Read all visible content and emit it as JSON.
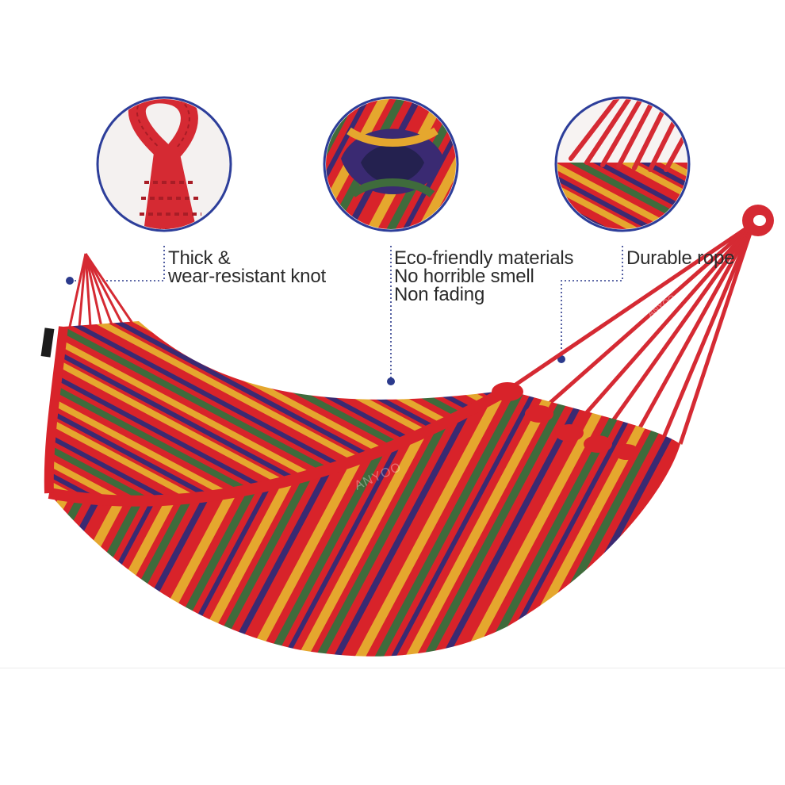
{
  "brand": {
    "watermark": "ANYOO"
  },
  "features": {
    "knot": {
      "icon": "rope-loop-icon",
      "lines": [
        "Thick &",
        "wear-resistant knot"
      ]
    },
    "eco": {
      "icon": "folded-fabric-icon",
      "lines": [
        "Eco-friendly materials",
        "No horrible smell",
        "Non fading"
      ]
    },
    "rope": {
      "icon": "rope-fringe-icon",
      "lines": [
        "Durable rope"
      ]
    }
  },
  "colors": {
    "hammock_red": "#d8232a",
    "stripe_yellow": "#e5a72e",
    "stripe_green": "#3f6b3c",
    "stripe_purple": "#3a2a72",
    "callout_line": "#2b3a8c",
    "circle_border": "#2d3e9a"
  }
}
